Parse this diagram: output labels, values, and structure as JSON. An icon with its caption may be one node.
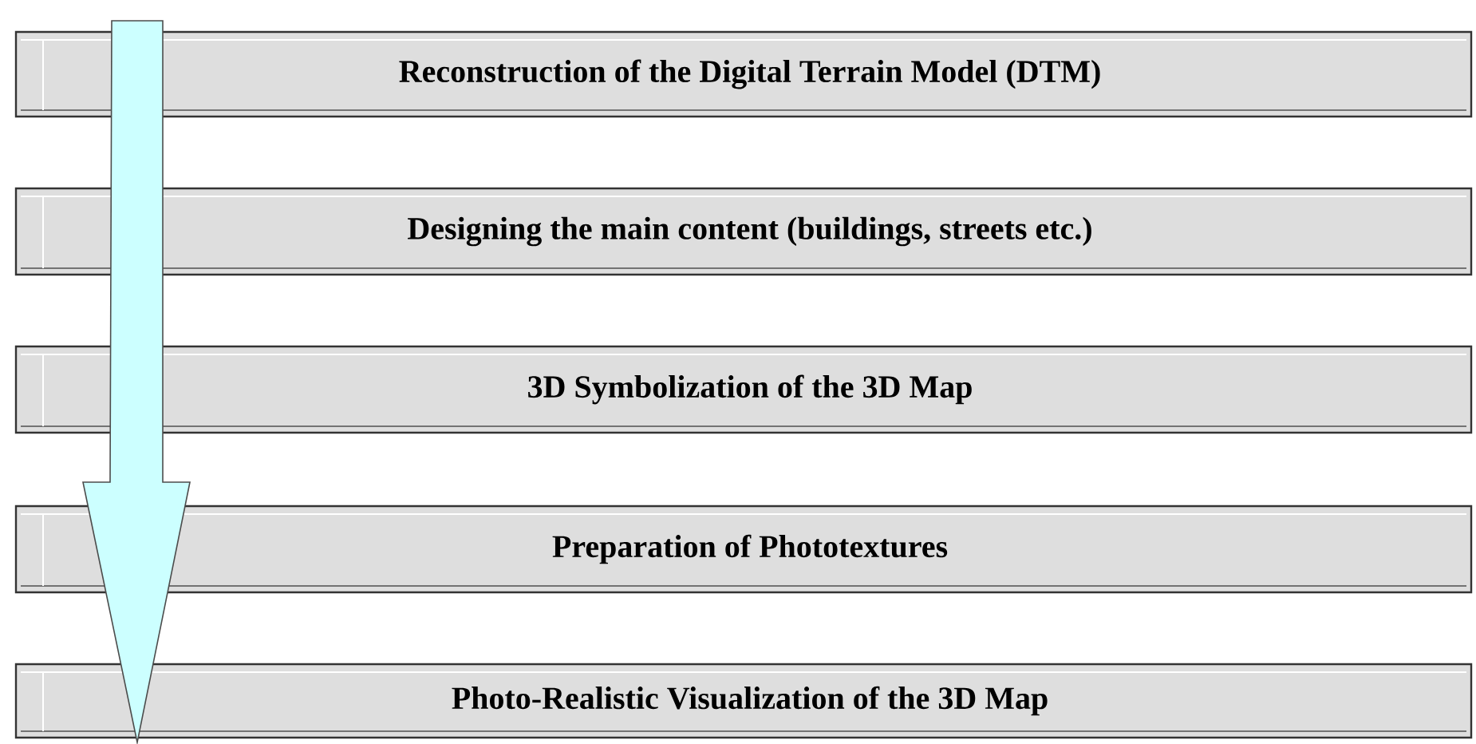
{
  "diagram": {
    "nodes": [
      {
        "text": [
          "Reconstruction of the Digital Terrain Model (DTM)"
        ]
      },
      {
        "text": [
          "Designing the main content (buildings, streets etc.)"
        ]
      },
      {
        "text": [
          "3D Symbolization of the 3D Map"
        ]
      },
      {
        "text": [
          "Preparation of Phototextures"
        ]
      },
      {
        "text": [
          "Photo-Realistic Visualization of the 3D Map"
        ]
      }
    ],
    "edges": [
      {
        "from": 0,
        "to": 4,
        "arrow": "to"
      }
    ]
  }
}
